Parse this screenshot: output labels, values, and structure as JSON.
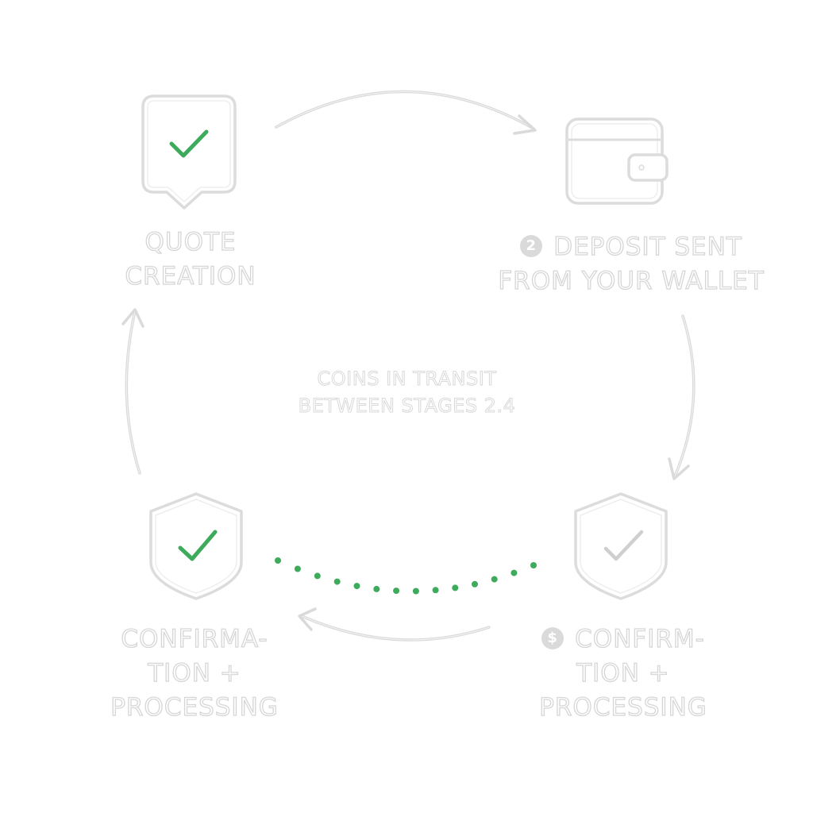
{
  "stages": [
    {
      "id": "quote",
      "lines": [
        "QUOTE",
        "CREATION"
      ],
      "badge": "",
      "icon": "speech-check-icon",
      "status": "complete"
    },
    {
      "id": "deposit",
      "lines": [
        "DEPOSIT SENT",
        "FROM YOUR WALLET"
      ],
      "badge": "2",
      "icon": "wallet-icon",
      "status": "pending"
    },
    {
      "id": "confirm-right",
      "lines": [
        "CONFIRM-",
        "TION +",
        "PROCESSING"
      ],
      "badge": "$",
      "icon": "shield-check-icon",
      "status": "pending"
    },
    {
      "id": "confirm-left",
      "lines": [
        "CONFIRMA-",
        "TION +",
        "PROCESSING"
      ],
      "badge": "",
      "icon": "shield-check-icon",
      "status": "complete"
    }
  ],
  "center": {
    "lines": [
      "COINS IN TRANSIT",
      "BETWEEN STAGES 2.4"
    ]
  },
  "colors": {
    "accent_green": "#3daa5c",
    "outline_gray": "#d9d9d9",
    "pending_check": "#cfcfcf",
    "background": "#ffffff"
  }
}
